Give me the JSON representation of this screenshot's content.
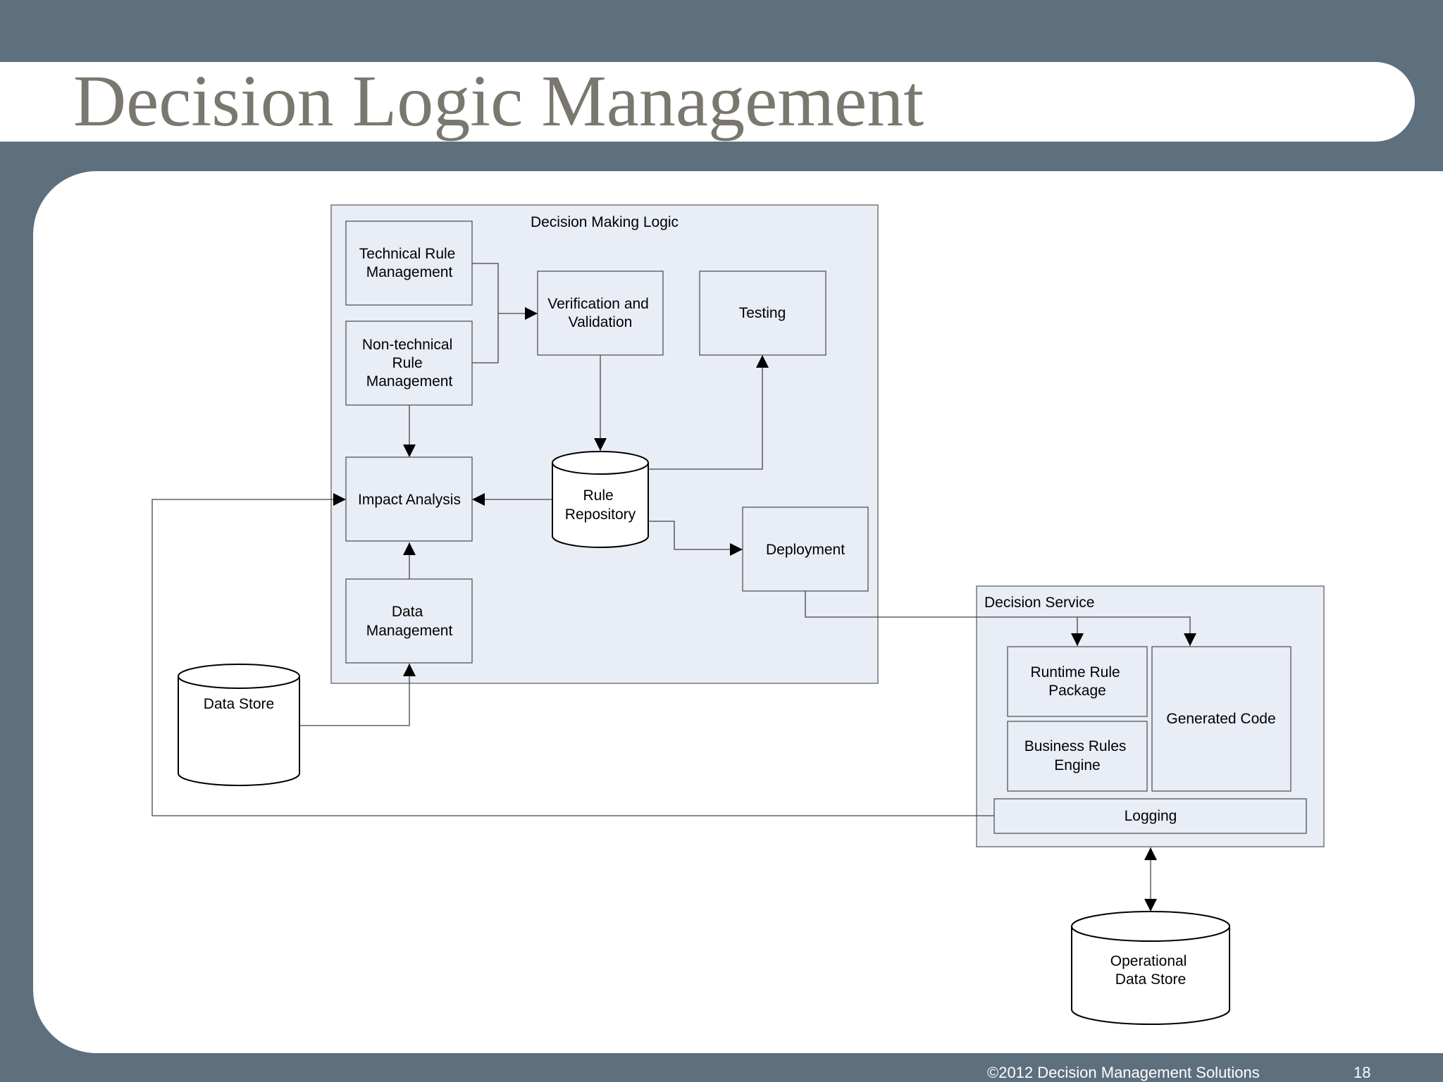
{
  "slide": {
    "title": "Decision Logic Management"
  },
  "diagram": {
    "group_decision_making_logic": "Decision Making Logic",
    "group_decision_service": "Decision Service",
    "nodes": {
      "technical_rule_management": [
        "Technical Rule",
        "Management"
      ],
      "non_technical_rule_management": [
        "Non-technical",
        "Rule",
        "Management"
      ],
      "verification_validation": [
        "Verification and",
        "Validation"
      ],
      "testing": [
        "Testing"
      ],
      "impact_analysis": [
        "Impact Analysis"
      ],
      "rule_repository": [
        "Rule",
        "Repository"
      ],
      "deployment": [
        "Deployment"
      ],
      "data_management": [
        "Data",
        "Management"
      ],
      "data_store": [
        "Data Store"
      ],
      "runtime_rule_package": [
        "Runtime Rule",
        "Package"
      ],
      "business_rules_engine": [
        "Business Rules",
        "Engine"
      ],
      "generated_code": [
        "Generated Code"
      ],
      "logging": [
        "Logging"
      ],
      "operational_data_store": [
        "Operational",
        "Data Store"
      ]
    }
  },
  "footer": {
    "copyright": "©2012 Decision Management Solutions",
    "page_number": "18"
  },
  "colors": {
    "frame": "#5e6f7e",
    "title_text": "#7a776e",
    "group_fill": "#e9edf6",
    "stroke": "#555555"
  }
}
